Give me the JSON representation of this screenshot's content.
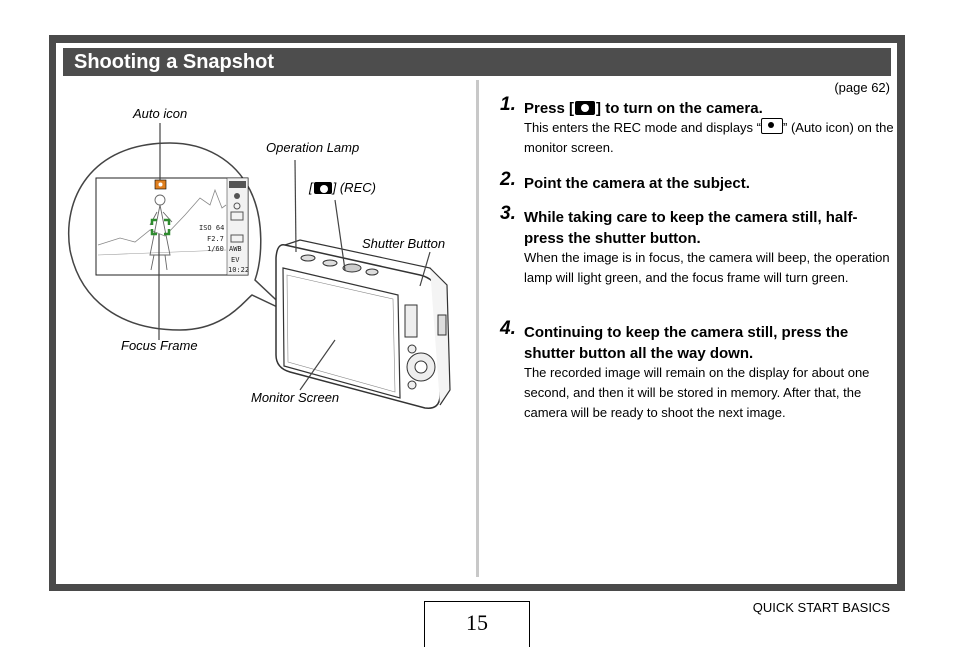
{
  "section_title": "Shooting a Snapshot",
  "page_ref": "(page 62)",
  "steps": [
    {
      "num": "1.",
      "head_pre": "Press [",
      "head_post": "] to turn on the camera.",
      "icon": "camera-icon",
      "body_pre": "This enters the REC mode and displays “",
      "body_post": "” (Auto icon) on the monitor screen.",
      "body_icon": "auto-icon"
    },
    {
      "num": "2.",
      "head": "Point the camera at the subject."
    },
    {
      "num": "3.",
      "head": "While taking care to keep the camera still, half-press the shutter button.",
      "body": "When the image is in focus, the camera will beep, the operation lamp will light green, and the focus frame will turn green."
    },
    {
      "num": "4.",
      "head": "Continuing to keep the camera still, press the shutter button all the way down.",
      "body": "The recorded image will remain on the display for about one second, and then it will be stored in memory. After that, the camera will be ready to shoot the next image."
    }
  ],
  "illustration": {
    "labels": {
      "auto_icon": "Auto icon",
      "operation_lamp": "Operation Lamp",
      "rec_pre": "[",
      "rec_post": "] (REC)",
      "shutter_button": "Shutter Button",
      "focus_frame": "Focus Frame",
      "monitor_screen": "Monitor Screen"
    },
    "screen_readouts": [
      "ISO 64",
      "F2.7",
      "1/60",
      "AWB",
      "EV",
      "10:22"
    ],
    "camera_color": "#ffffff",
    "focus_frame_color": "#2e8b2e",
    "auto_icon_color": "#e08020"
  },
  "footer": {
    "page_number": "15",
    "section": "QUICK START BASICS"
  }
}
